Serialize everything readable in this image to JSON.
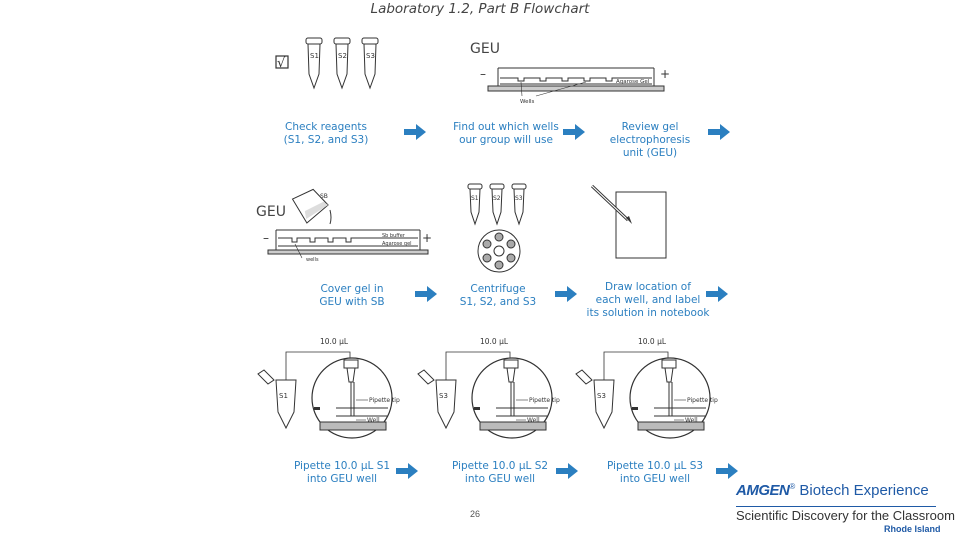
{
  "title": "Laboratory 1.2, Part B Flowchart",
  "row1": {
    "tubes": [
      "S1",
      "S2",
      "S3"
    ],
    "check_mark": "√",
    "gel_label": "GEU",
    "gel_minus": "–",
    "gel_plus": "+",
    "agarose_label": "Agarose Gel",
    "wells_label": "Wells",
    "steps": [
      [
        "Check reagents",
        "(S1, S2, and S3)"
      ],
      [
        "Find out which wells",
        "our group will use"
      ],
      [
        "Review gel",
        "electrophoresis",
        "unit (GEU)"
      ]
    ]
  },
  "row2": {
    "gel_label": "GEU",
    "gel_minus": "–",
    "gel_plus": "+",
    "sb_label": "SB",
    "sb_buffer_label": "Sb buffer",
    "agarose_label": "Agarose gel",
    "wells_label": "wells",
    "tubes": [
      "S1",
      "S2",
      "S3"
    ],
    "steps": [
      [
        "Cover gel in",
        "GEU with SB"
      ],
      [
        "Centrifuge",
        "S1, S2, and S3"
      ],
      [
        "Draw location of",
        "each well, and label",
        "its solution in notebook"
      ]
    ]
  },
  "row3": {
    "volume": "10.0 µL",
    "pipette_tip_label": "Pipette tip",
    "well_label": "Well",
    "samples": [
      "S1",
      "S3",
      "S3"
    ],
    "steps": [
      [
        "Pipette 10.0 µL S1",
        "into GEU well"
      ],
      [
        "Pipette 10.0 µL S2",
        "into GEU well"
      ],
      [
        "Pipette 10.0 µL S3",
        "into GEU well"
      ]
    ]
  },
  "page_number": "26",
  "footer": {
    "brand": "AMGEN",
    "registered": "®",
    "product": " Biotech Experience",
    "tagline": "Scientific Discovery for the Classroom",
    "region": "Rhode Island"
  },
  "colors": {
    "accent": "#2b7fc0",
    "brand": "#1f5aa6"
  }
}
